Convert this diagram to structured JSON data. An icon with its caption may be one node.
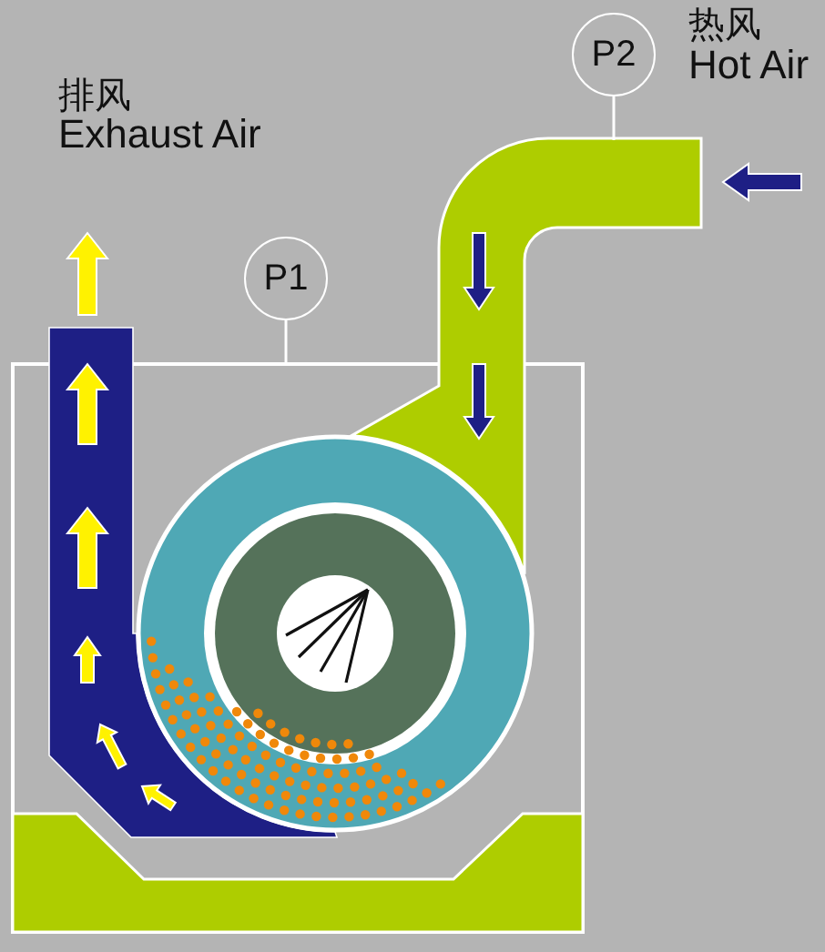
{
  "diagram": {
    "nodes": [
      {
        "text": [
          "P2"
        ]
      },
      {
        "text": [],
        "shape": "bar"
      },
      {
        "text": [
          "P1"
        ]
      },
      {
        "text": [],
        "shape": "box"
      }
    ],
    "edges": [
      {
        "from": 0,
        "to": 1,
        "arrow": "none"
      },
      {
        "from": 2,
        "to": 3,
        "arrow": "none"
      }
    ],
    "labels": [
      "热风",
      "Hot Air",
      "排风",
      "Exhaust Air"
    ]
  }
}
